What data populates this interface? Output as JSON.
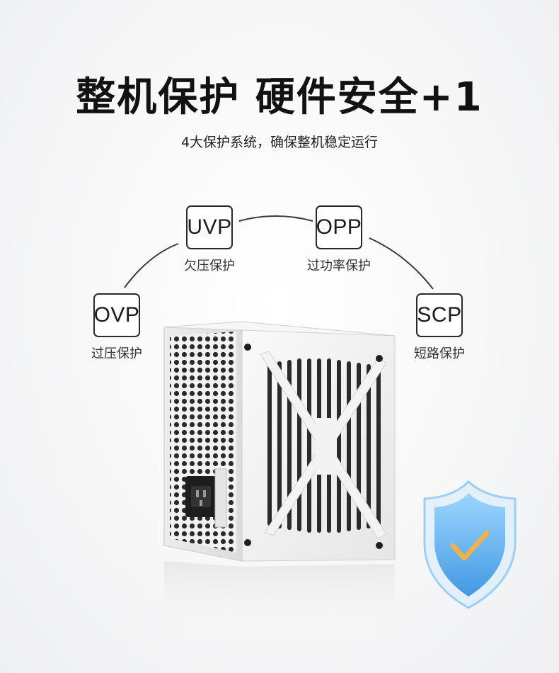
{
  "header": {
    "title": "整机保护 硬件安全+1",
    "subtitle": "4大保护系统，确保整机稳定运行"
  },
  "protections": [
    {
      "code": "OVP",
      "label": "过压保护"
    },
    {
      "code": "UVP",
      "label": "欠压保护"
    },
    {
      "code": "OPP",
      "label": "过功率保护"
    },
    {
      "code": "SCP",
      "label": "短路保护"
    }
  ],
  "product": {
    "icon": "psu-image",
    "shield_icon": "shield-check-icon",
    "colors": {
      "body": "#f4f4f4",
      "shield": "#4aa8e8",
      "check": "#f0b24a"
    }
  }
}
